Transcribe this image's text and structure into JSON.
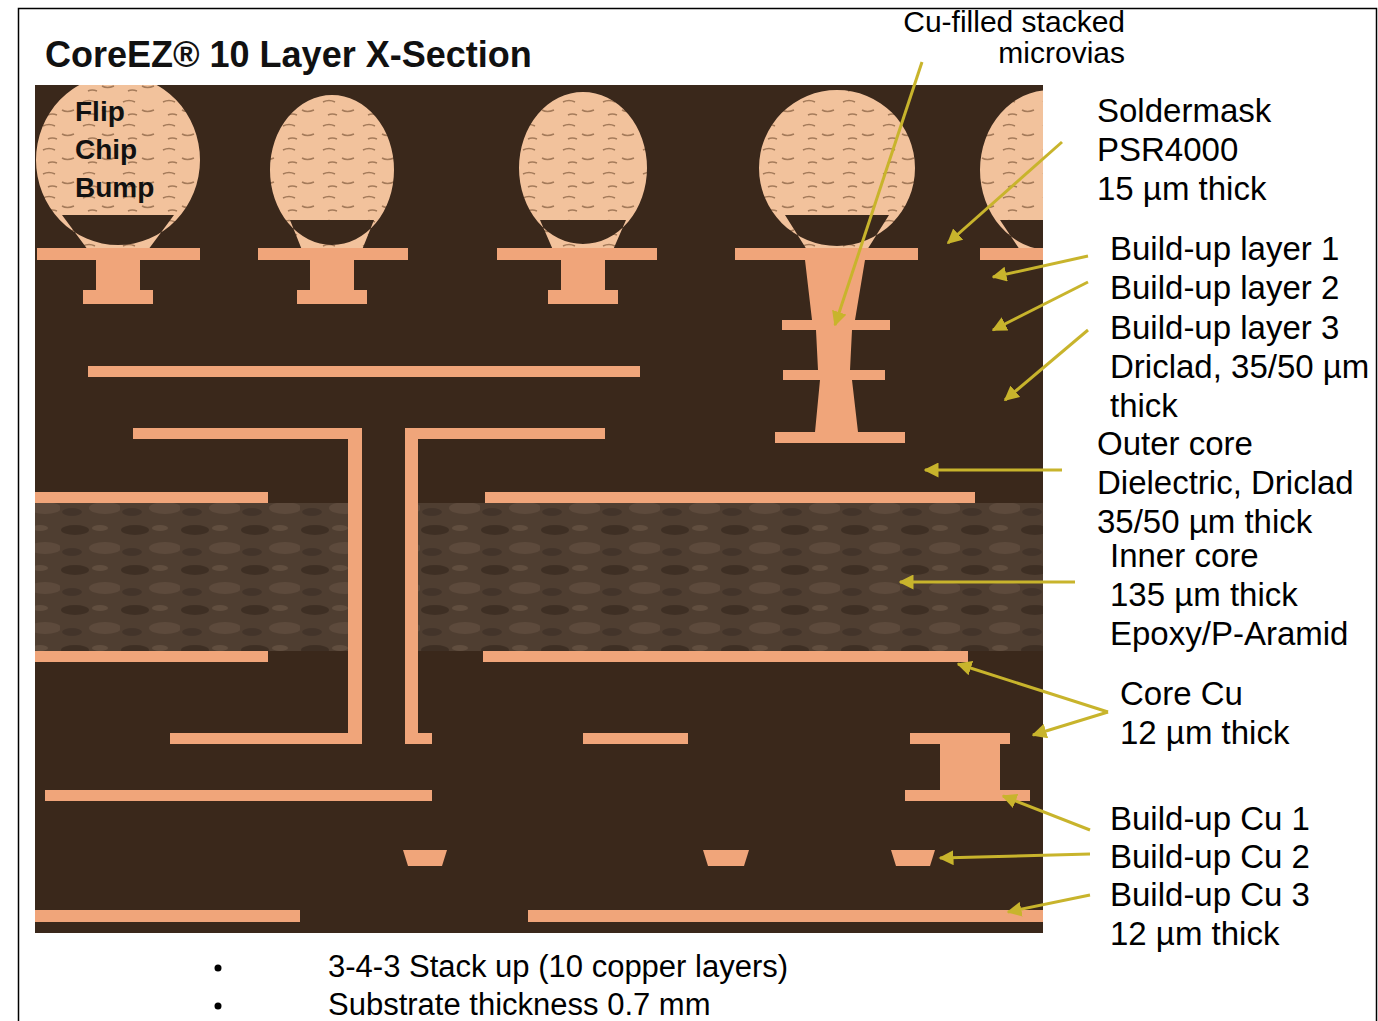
{
  "diagram": {
    "title": "CoreEZ® 10 Layer X-Section",
    "labels": [
      "Cu-filled stacked microvias",
      "Flip Chip Bump",
      "Soldermask PSR4000 15 µm thick",
      "Build-up layer 1",
      "Build-up layer 2",
      "Build-up layer 3 Driclad, 35/50 µm thick",
      "Outer core Dielectric, Driclad 35/50 µm thick",
      "Inner core 135 µm thick Epoxy/P-Aramid",
      "Core Cu 12 µm thick",
      "Build-up Cu 1",
      "Build-up Cu 2",
      "Build-up Cu 3 12 µm thick",
      "3-4-3 Stack up (10 copper layers)",
      "Substrate thickness 0.7 mm"
    ]
  }
}
